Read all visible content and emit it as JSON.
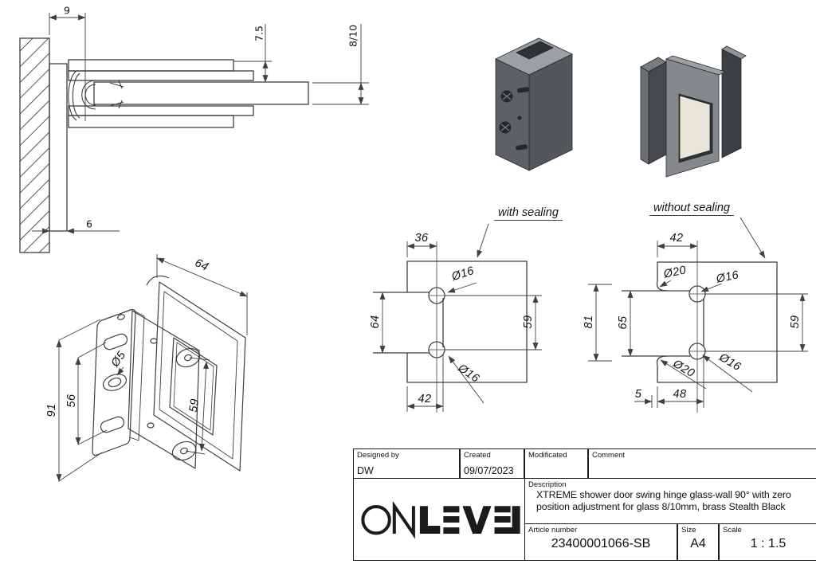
{
  "drawing": {
    "side_view": {
      "dim_width": "9",
      "dim_inset": "7.5",
      "dim_glass": "8/10",
      "dim_plate": "6"
    },
    "iso_view": {
      "dim_width": "64",
      "dim_height": "91",
      "dim_slot_spacing": "56",
      "dim_hole": "Ø5",
      "dim_screw_spacing": "59"
    },
    "template_with_sealing": {
      "title": "with sealing",
      "dim_top": "36",
      "dim_notch_height": "64",
      "dim_hole_spacing": "59",
      "dim_bottom": "42",
      "dim_hole_top": "Ø16",
      "dim_hole_bottom": "Ø16"
    },
    "template_without_sealing": {
      "title": "without sealing",
      "dim_top": "42",
      "dim_outer_height": "81",
      "dim_notch_height": "65",
      "dim_hole_spacing": "59",
      "dim_relief_top": "Ø20",
      "dim_hole_top": "Ø16",
      "dim_relief_bottom": "Ø20",
      "dim_hole_bottom": "Ø16",
      "dim_edge": "5",
      "dim_bottom": "48"
    }
  },
  "title_block": {
    "designed_by_label": "Designed by",
    "designed_by": "DW",
    "created_label": "Created",
    "created": "09/07/2023",
    "modificated_label": "Modificated",
    "comment_label": "Comment",
    "description_label": "Description",
    "description_line1": "XTREME shower door swing hinge glass-wall 90° with zero",
    "description_line2": "position adjustment for glass 8/10mm, brass Stealth Black",
    "article_label": "Article number",
    "article_number": "23400001066-SB",
    "size_label": "Size",
    "size": "A4",
    "scale_label": "Scale",
    "scale": "1 : 1.5"
  },
  "colors": {
    "line": "#3f3f3f",
    "text": "#141414",
    "render_dark": "#3c4044",
    "render_mid": "#5d6165",
    "render_light": "#9aa0a4",
    "gasket_pad": "#e9e5d8"
  }
}
